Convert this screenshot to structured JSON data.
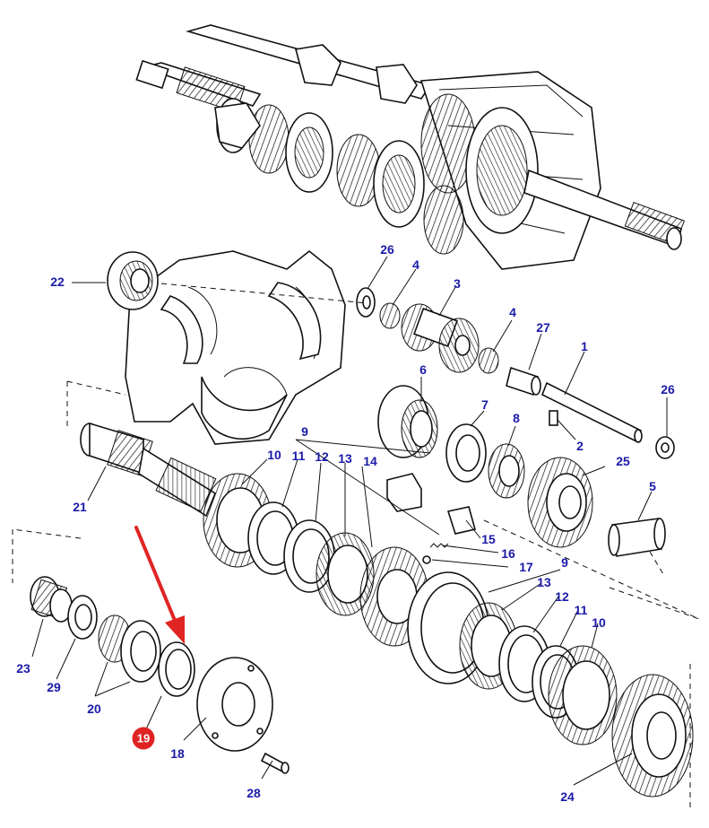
{
  "diagram": {
    "callouts": [
      {
        "id": "lbl-22",
        "text": "22"
      },
      {
        "id": "lbl-26a",
        "text": "26"
      },
      {
        "id": "lbl-4a",
        "text": "4"
      },
      {
        "id": "lbl-3",
        "text": "3"
      },
      {
        "id": "lbl-4b",
        "text": "4"
      },
      {
        "id": "lbl-27",
        "text": "27"
      },
      {
        "id": "lbl-1",
        "text": "1"
      },
      {
        "id": "lbl-26b",
        "text": "26"
      },
      {
        "id": "lbl-6",
        "text": "6"
      },
      {
        "id": "lbl-7",
        "text": "7"
      },
      {
        "id": "lbl-8",
        "text": "8"
      },
      {
        "id": "lbl-2",
        "text": "2"
      },
      {
        "id": "lbl-9a",
        "text": "9"
      },
      {
        "id": "lbl-25",
        "text": "25"
      },
      {
        "id": "lbl-10a",
        "text": "10"
      },
      {
        "id": "lbl-11a",
        "text": "11"
      },
      {
        "id": "lbl-12a",
        "text": "12"
      },
      {
        "id": "lbl-13a",
        "text": "13"
      },
      {
        "id": "lbl-14",
        "text": "14"
      },
      {
        "id": "lbl-5",
        "text": "5"
      },
      {
        "id": "lbl-21",
        "text": "21"
      },
      {
        "id": "lbl-15",
        "text": "15"
      },
      {
        "id": "lbl-16",
        "text": "16"
      },
      {
        "id": "lbl-17",
        "text": "17"
      },
      {
        "id": "lbl-9b",
        "text": "9"
      },
      {
        "id": "lbl-13b",
        "text": "13"
      },
      {
        "id": "lbl-12b",
        "text": "12"
      },
      {
        "id": "lbl-11b",
        "text": "11"
      },
      {
        "id": "lbl-10b",
        "text": "10"
      },
      {
        "id": "lbl-23",
        "text": "23"
      },
      {
        "id": "lbl-29",
        "text": "29"
      },
      {
        "id": "lbl-20",
        "text": "20"
      },
      {
        "id": "lbl-18",
        "text": "18"
      },
      {
        "id": "lbl-24",
        "text": "24"
      },
      {
        "id": "lbl-28",
        "text": "28"
      }
    ],
    "highlight": {
      "text": "19",
      "color": "#e02424"
    },
    "label_color": "#1a1aa8",
    "arrow_color": "#e02424"
  }
}
